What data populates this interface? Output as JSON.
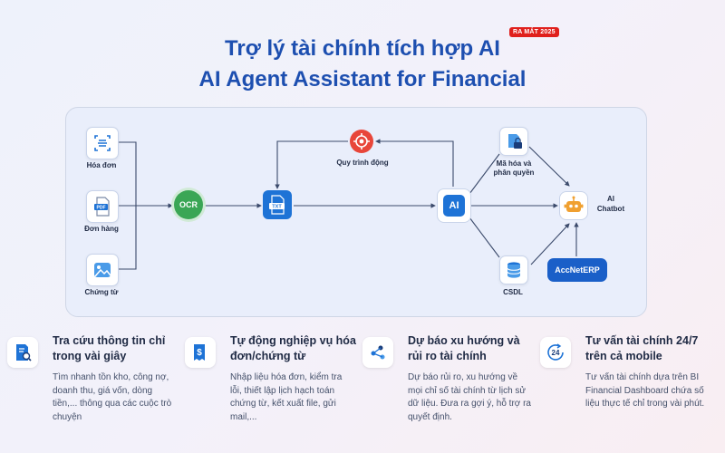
{
  "header": {
    "title_vi": "Trợ lý tài chính tích hợp AI",
    "title_en": "AI Agent Assistant for Financial",
    "badge": "RA MẮT 2025"
  },
  "diagram": {
    "inputs": [
      {
        "label": "Hóa đơn",
        "icon": "scan-document-icon"
      },
      {
        "label": "Đơn hàng",
        "icon": "pdf-file-icon"
      },
      {
        "label": "Chứng từ",
        "icon": "image-file-icon"
      }
    ],
    "ocr_label": "OCR",
    "txt_label": "TXT",
    "process_label": "Quy trình động",
    "ai_label": "AI",
    "security_label_1": "Mã hóa và",
    "security_label_2": "phân quyền",
    "db_label": "CSDL",
    "erp_label": "AccNetERP",
    "chatbot_label_1": "AI",
    "chatbot_label_2": "Chatbot"
  },
  "features": [
    {
      "title": "Tra cứu thông tin chỉ trong vài giây",
      "desc": "Tìm nhanh tồn kho, công nợ, doanh thu, giá vốn, dòng tiền,... thông qua các cuộc trò chuyện",
      "icon": "search-document-icon"
    },
    {
      "title": "Tự động nghiệp vụ hóa đơn/chứng từ",
      "desc": "Nhập liệu hóa đơn, kiểm tra lỗi, thiết lập lịch hạch toán chứng từ, kết xuất file, gửi mail,...",
      "icon": "invoice-dollar-icon"
    },
    {
      "title": "Dự báo xu hướng và rủi ro tài chính",
      "desc": "Dự báo rủi ro, xu hướng về mọi chỉ số tài chính từ lịch sử dữ liệu. Đưa ra gợi ý, hỗ trợ ra quyết định.",
      "icon": "trend-forecast-icon"
    },
    {
      "title": "Tư vấn tài chính 24/7 trên cả mobile",
      "desc": "Tư vấn tài chính dựa trên BI Financial Dashboard chứa số liệu thực tế chỉ trong vài phút.",
      "icon": "clock-24-icon"
    }
  ],
  "colors": {
    "primary": "#1d4fb0",
    "accent": "#1e73d6",
    "ocr": "#3aa655",
    "badge": "#e0201c",
    "process": "#e8463a",
    "chatbot": "#f0a030"
  }
}
